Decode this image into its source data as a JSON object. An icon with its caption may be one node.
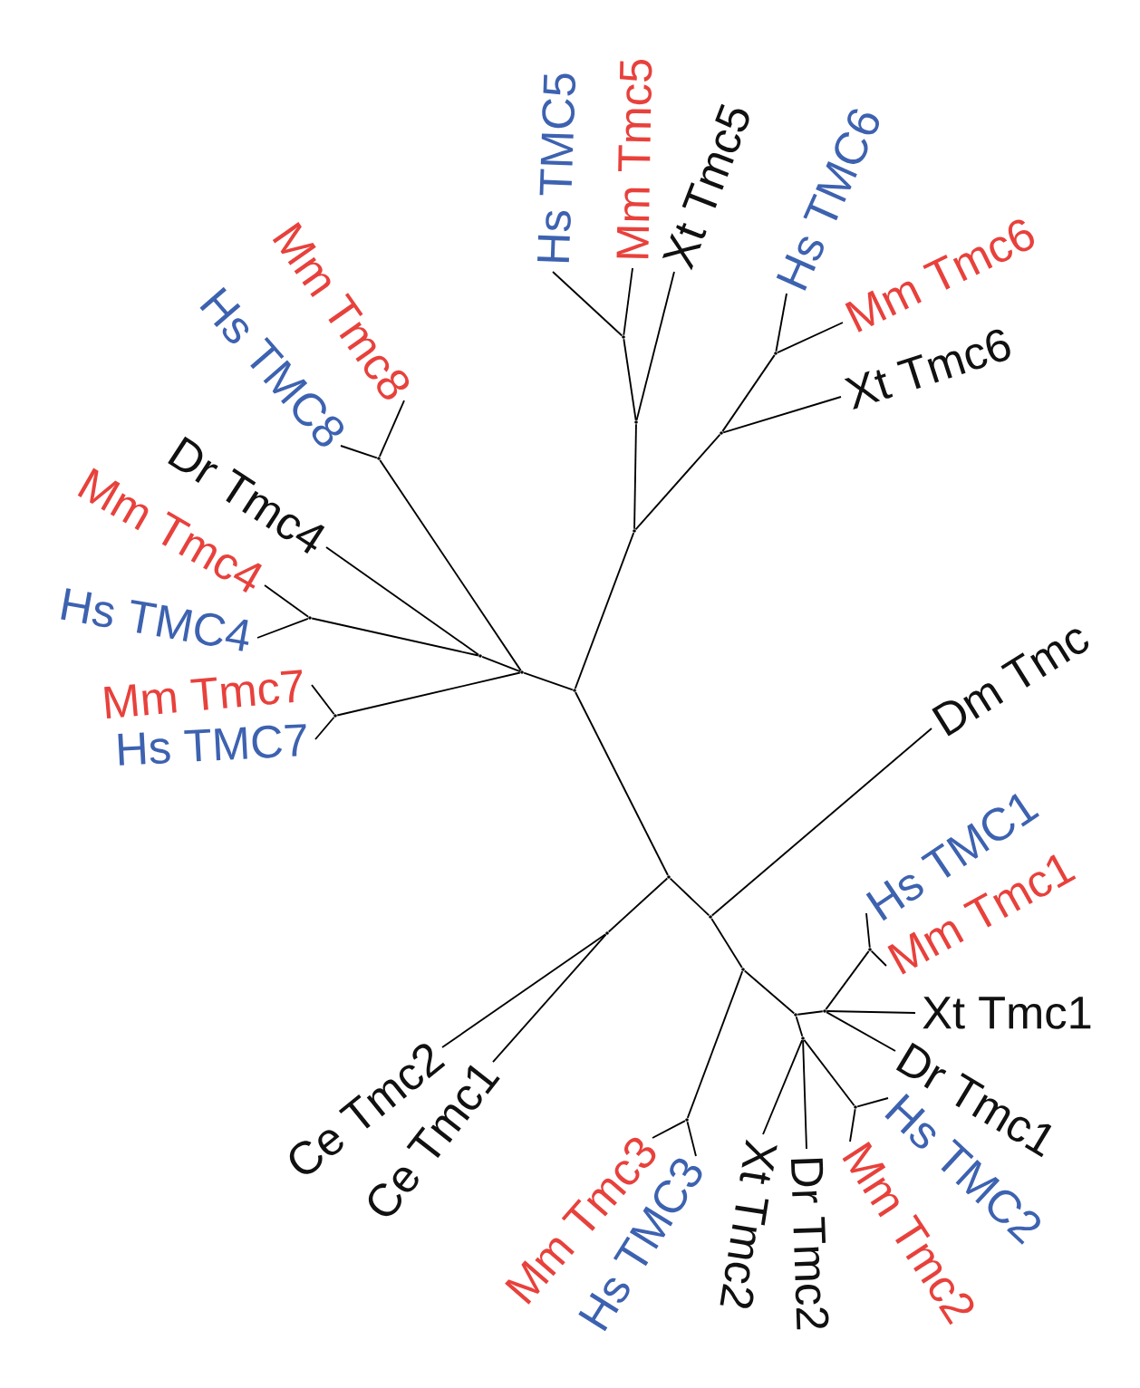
{
  "diagram": {
    "nodes": [
      {
        "text": [
          "Hs TMC5"
        ]
      },
      {
        "text": [
          "Mm Tmc5"
        ]
      },
      {
        "text": [
          "Xt Tmc5"
        ]
      },
      {
        "text": [
          "Hs TMC6"
        ]
      },
      {
        "text": [
          "Mm Tmc8"
        ]
      },
      {
        "text": [
          "Mm Tmc6"
        ]
      },
      {
        "text": [
          "Hs TMC8"
        ]
      },
      {
        "text": [
          "Xt Tmc6"
        ]
      },
      {
        "text": [
          "Dr Tmc4"
        ]
      },
      {
        "text": [
          "Mm Tmc4"
        ]
      },
      {
        "text": [
          "Hs TMC4"
        ]
      },
      {
        "text": [
          "Dm Tmc"
        ]
      },
      {
        "text": [
          "Mm Tmc7"
        ]
      },
      {
        "text": [
          "Hs TMC7"
        ]
      },
      {
        "text": [
          "Hs TMC1"
        ]
      },
      {
        "text": [
          "Mm Tmc1"
        ]
      },
      {
        "text": [
          "Xt Tmc1"
        ]
      },
      {
        "text": [
          "Ce Tmc2"
        ]
      },
      {
        "text": [
          "Dr Tmc1"
        ]
      },
      {
        "text": [
          "Ce Tmc1"
        ]
      },
      {
        "text": [
          "Hs TMC2"
        ]
      },
      {
        "text": [
          "Mm Tmc3"
        ]
      },
      {
        "text": [
          "Hs TMC3"
        ]
      },
      {
        "text": [
          "Xt Tmc2"
        ]
      },
      {
        "text": [
          "Dr Tmc2"
        ]
      },
      {
        "text": [
          "Mm Tmc2"
        ]
      },
      {
        "text": [],
        "shape": "point"
      },
      {
        "text": [],
        "shape": "point"
      },
      {
        "text": [],
        "shape": "point"
      },
      {
        "text": [],
        "shape": "point"
      },
      {
        "text": [],
        "shape": "point"
      },
      {
        "text": [],
        "shape": "point"
      },
      {
        "text": [],
        "shape": "point"
      },
      {
        "text": [],
        "shape": "point"
      },
      {
        "text": [],
        "shape": "point"
      },
      {
        "text": [],
        "shape": "point"
      },
      {
        "text": [],
        "shape": "point"
      },
      {
        "text": [],
        "shape": "point"
      },
      {
        "text": [],
        "shape": "point"
      },
      {
        "text": [],
        "shape": "point"
      },
      {
        "text": [],
        "shape": "point"
      },
      {
        "text": [],
        "shape": "point"
      },
      {
        "text": [],
        "shape": "point"
      },
      {
        "text": [],
        "shape": "point"
      },
      {
        "text": [],
        "shape": "point"
      },
      {
        "text": [],
        "shape": "point"
      },
      {
        "text": [],
        "shape": "point"
      }
    ],
    "edges": [
      {
        "from": 26,
        "to": 0,
        "arrow": "none"
      },
      {
        "from": 26,
        "to": 1,
        "arrow": "none"
      },
      {
        "from": 28,
        "to": 26,
        "arrow": "none"
      },
      {
        "from": 28,
        "to": 2,
        "arrow": "none"
      },
      {
        "from": 27,
        "to": 3,
        "arrow": "none"
      },
      {
        "from": 27,
        "to": 5,
        "arrow": "none"
      },
      {
        "from": 29,
        "to": 27,
        "arrow": "none"
      },
      {
        "from": 29,
        "to": 7,
        "arrow": "none"
      },
      {
        "from": 31,
        "to": 28,
        "arrow": "none"
      },
      {
        "from": 31,
        "to": 29,
        "arrow": "none"
      },
      {
        "from": 35,
        "to": 31,
        "arrow": "none"
      },
      {
        "from": 30,
        "to": 4,
        "arrow": "none"
      },
      {
        "from": 30,
        "to": 6,
        "arrow": "none"
      },
      {
        "from": 34,
        "to": 30,
        "arrow": "none"
      },
      {
        "from": 33,
        "to": 8,
        "arrow": "none"
      },
      {
        "from": 32,
        "to": 9,
        "arrow": "none"
      },
      {
        "from": 32,
        "to": 10,
        "arrow": "none"
      },
      {
        "from": 33,
        "to": 32,
        "arrow": "none"
      },
      {
        "from": 34,
        "to": 33,
        "arrow": "none"
      },
      {
        "from": 36,
        "to": 12,
        "arrow": "none"
      },
      {
        "from": 36,
        "to": 13,
        "arrow": "none"
      },
      {
        "from": 34,
        "to": 36,
        "arrow": "none"
      },
      {
        "from": 35,
        "to": 34,
        "arrow": "none"
      },
      {
        "from": 35,
        "to": 37,
        "arrow": "none"
      },
      {
        "from": 37,
        "to": 39,
        "arrow": "none"
      },
      {
        "from": 39,
        "to": 17,
        "arrow": "none"
      },
      {
        "from": 39,
        "to": 19,
        "arrow": "none"
      },
      {
        "from": 37,
        "to": 38,
        "arrow": "none"
      },
      {
        "from": 38,
        "to": 11,
        "arrow": "none"
      },
      {
        "from": 38,
        "to": 41,
        "arrow": "none"
      },
      {
        "from": 41,
        "to": 46,
        "arrow": "none"
      },
      {
        "from": 46,
        "to": 21,
        "arrow": "none"
      },
      {
        "from": 46,
        "to": 22,
        "arrow": "none"
      },
      {
        "from": 41,
        "to": 42,
        "arrow": "none"
      },
      {
        "from": 42,
        "to": 43,
        "arrow": "none"
      },
      {
        "from": 43,
        "to": 40,
        "arrow": "none"
      },
      {
        "from": 40,
        "to": 14,
        "arrow": "none"
      },
      {
        "from": 40,
        "to": 15,
        "arrow": "none"
      },
      {
        "from": 43,
        "to": 16,
        "arrow": "none"
      },
      {
        "from": 43,
        "to": 18,
        "arrow": "none"
      },
      {
        "from": 42,
        "to": 44,
        "arrow": "none"
      },
      {
        "from": 44,
        "to": 23,
        "arrow": "none"
      },
      {
        "from": 44,
        "to": 24,
        "arrow": "none"
      },
      {
        "from": 44,
        "to": 45,
        "arrow": "none"
      },
      {
        "from": 45,
        "to": 20,
        "arrow": "none"
      },
      {
        "from": 45,
        "to": 25,
        "arrow": "none"
      }
    ]
  }
}
